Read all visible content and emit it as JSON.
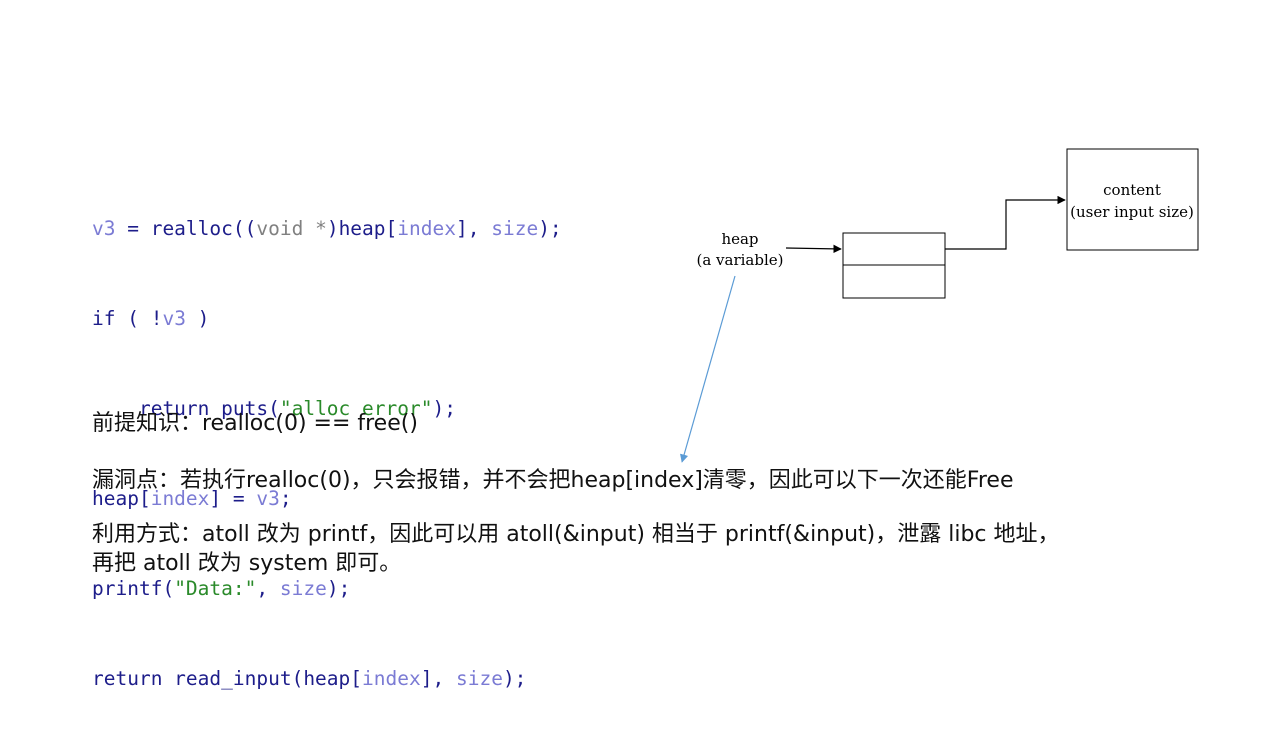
{
  "code": {
    "line1": {
      "v3": "v3",
      "eq": " = realloc((",
      "void": "void",
      "star": " *",
      "heap": ")heap[",
      "index": "index",
      "rb": "], ",
      "size": "size",
      "end": ");"
    },
    "line2": {
      "if": "if ( !",
      "v3": "v3",
      "end": " )"
    },
    "line3": {
      "ret": "    return puts(",
      "str": "\"alloc error\"",
      "end": ");"
    },
    "line4": {
      "heap": "heap[",
      "index": "index",
      "mid": "] = ",
      "v3": "v3",
      "end": ";"
    },
    "line5": {
      "fn": "printf(",
      "str": "\"Data:\"",
      "comma": ", ",
      "size": "size",
      "end": ");"
    },
    "line6": {
      "fn": "return read_input(heap[",
      "index": "index",
      "mid": "], ",
      "size": "size",
      "end": ");"
    }
  },
  "diagram": {
    "heap_label_1": "heap",
    "heap_label_2": "(a variable)",
    "content_label_1": "content",
    "content_label_2": "(user input size)",
    "arrow_color": "#5b9bd5"
  },
  "text": {
    "prerequisite": "前提知识：realloc(0) == free()",
    "vulnerability": "漏洞点：若执行realloc(0)，只会报错，并不会把heap[index]清零，因此可以下一次还能Free",
    "exploit_line1": "利用方式：atoll 改为 printf，因此可以用 atoll(&input) 相当于 printf(&input)，泄露 libc 地址，",
    "exploit_line2": "再把 atoll 改为 system 即可。"
  }
}
